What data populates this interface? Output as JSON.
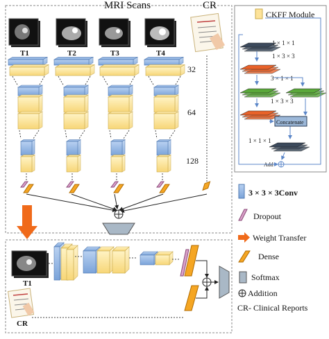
{
  "top_panel": {
    "title_mri": "MRI Scans",
    "title_cr": "CR",
    "scans": [
      {
        "label": "T1"
      },
      {
        "label": "T2"
      },
      {
        "label": "T3"
      },
      {
        "label": "T4"
      }
    ],
    "channel_labels": [
      "32",
      "64",
      "128"
    ]
  },
  "ckff_module": {
    "title": "CKFF Module",
    "conv_labels": [
      "1 × 1 × 1",
      "1 × 3 × 3",
      "3 × 1 × 1",
      "1 × 3 × 3",
      "1 × 1 × 1"
    ],
    "concat_label": "Concatenate",
    "add_label": "Add"
  },
  "bottom_panel": {
    "input_label": "T1",
    "cr_label": "CR"
  },
  "legend": [
    {
      "text": "3 × 3 × 3Conv",
      "icon": "conv-block-icon"
    },
    {
      "text": "Dropout",
      "icon": "dropout-icon"
    },
    {
      "text": "Weight Transfer",
      "icon": "orange-arrow-icon"
    },
    {
      "text": "Dense",
      "icon": "dense-icon"
    },
    {
      "text": "Softmax",
      "icon": "softmax-icon"
    },
    {
      "text": "Addition",
      "icon": "addition-icon"
    },
    {
      "text": "CR- Clinical Reports",
      "icon": ""
    }
  ],
  "colors": {
    "conv_blue": "#8fb4e3",
    "conv_yellow": "#fde39a",
    "dropout_pink": "#d9a0c8",
    "dense_orange": "#f5a623",
    "softmax_gray": "#a9b8c6",
    "ckff_orange": "#e8622a",
    "ckff_green": "#5aa83a",
    "ckff_dark": "#3c4a5c",
    "arrow_orange": "#f06a1a"
  }
}
